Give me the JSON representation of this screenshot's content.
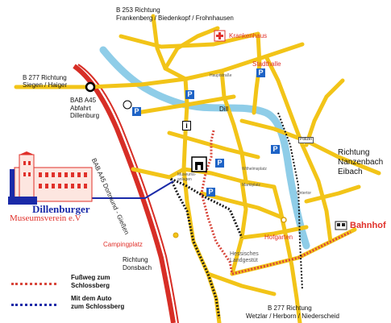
{
  "labels": {
    "b253_road": "B 253 Richtung",
    "b253_dest": "Frankenberg / Biedenkopf / Frohnhausen",
    "krankenhaus": "Krankenhaus",
    "stadthalle": "Stadthalle",
    "b277_road_nw": "B 277 Richtung",
    "b277_dest_nw": "Siegen / Haiger",
    "bab_a45": "BAB A45",
    "abfahrt": "Abfahrt",
    "dillenburg": "Dillenburg",
    "autobahn_label": "BAB A45 Dortmund - Gießen",
    "dill": "Dill",
    "polizei": "Polizei",
    "richtung_ost": "Richtung",
    "nanzenbach": "Nanzenbach",
    "eibach": "Eibach",
    "museumsanlagen": "Museums-anlagen",
    "hofgarten": "Hofgarten",
    "bahnhof": "Bahnhof",
    "campingplatz": "Campingplatz",
    "hessisches_landgestuet": "Hessisches Landgestüt",
    "richtung_donsbach": "Richtung",
    "donsbach": "Donsbach",
    "b277_road_s": "B 277 Richtung",
    "b277_dest_s": "Wetzlar / Herborn / Niederscheid",
    "museumsverein_name": "Dillenburger",
    "museumsverein_sub": "Museumsverein e.V",
    "street_small_1": "Wilhelmsplatz",
    "street_small_2": "Untertor",
    "street_small_3": "Marktplatz",
    "street_small_4": "Hauptstraße"
  },
  "parking_label": "P",
  "legend": [
    {
      "line1": "Fußweg zum",
      "line2": "Schlossberg",
      "color": "#d8463b"
    },
    {
      "line1": "Mit dem Auto",
      "line2": "zum Schlossberg",
      "color": "#1a2aa8"
    }
  ],
  "colors": {
    "road": "#f2c418",
    "autobahn": "#d72e26",
    "river": "#8fcde8",
    "walk_route": "#d8463b",
    "car_route": "#1a2aa8",
    "parking": "#1e63c6",
    "accent_red": "#e0302a"
  },
  "icons": [
    "hospital-cross-icon",
    "parking-icon",
    "information-icon",
    "castle-tower-icon",
    "train-icon",
    "motorway-junction-icon",
    "wheelchair-icon"
  ]
}
